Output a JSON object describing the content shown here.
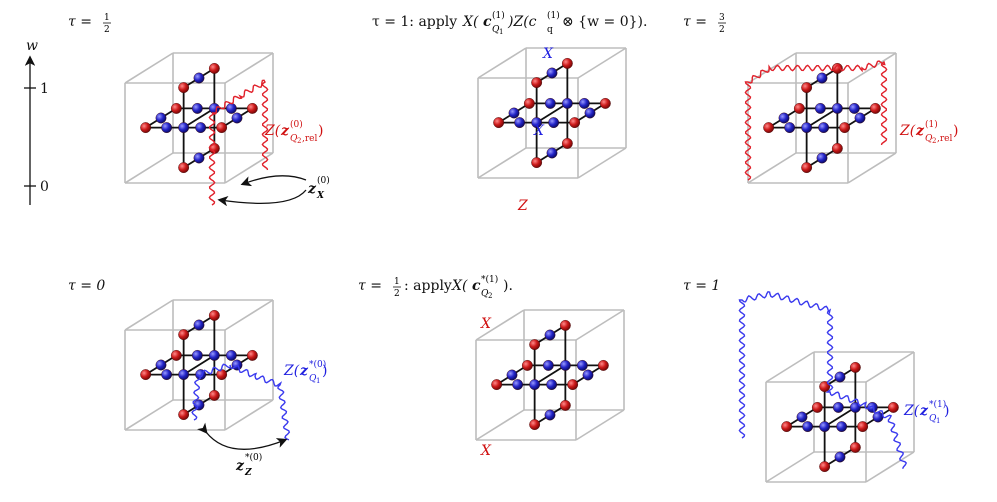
{
  "colors": {
    "red_vertex": "#cc1a1a",
    "blue_vertex": "#2424c8",
    "red_string": "#e0202a",
    "blue_string": "#3a3aee",
    "frame": "#bdbdbd",
    "edge": "#111111"
  },
  "axis": {
    "label": "w",
    "tick_top": "1",
    "tick_bottom": "0"
  },
  "panels": [
    {
      "tau_prefix": "τ = ",
      "tau_num": "1",
      "tau_den": "2",
      "label_Z_prefix": "Z(",
      "label_Z_sym": "z",
      "label_Z_sup": "(0)",
      "label_Z_sub": "Q",
      "label_Z_subsub": "2",
      "label_Z_subtail": ",rel",
      "label_Z_suffix": ")",
      "label_zX_sym": "z",
      "label_zX_sub": "X",
      "label_zX_sup": "(0)"
    },
    {
      "tau_text": "τ = 1: apply",
      "apply_X": "X(",
      "apply_c": "c",
      "apply_c_sup": "(1)",
      "apply_c_sub": "Q",
      "apply_c_subsub": "1",
      "apply_mid": ")Z(c",
      "apply_cq_sup": "(1)",
      "apply_cq_sub": "q",
      "apply_tail": " ⊗ {w = 0}).",
      "mark_X": "X",
      "mark_Z": "Z"
    },
    {
      "tau_prefix": "τ = ",
      "tau_num": "3",
      "tau_den": "2",
      "label_Z_prefix": "Z(",
      "label_Z_sym": "z",
      "label_Z_sup": "(1)",
      "label_Z_sub": "Q",
      "label_Z_subsub": "2",
      "label_Z_subtail": ",rel",
      "label_Z_suffix": ")"
    },
    {
      "tau_text": "τ = 0",
      "label_Z_prefix": "Z(",
      "label_Z_sym": "z",
      "label_Z_sup": "*(0)",
      "label_Z_sub": "Q",
      "label_Z_subsub": "1",
      "label_Z_suffix": ")",
      "label_zZ_sym": "z",
      "label_zZ_sub": "Z",
      "label_zZ_sup": "*(0)"
    },
    {
      "tau_prefix": "τ = ",
      "tau_num": "1",
      "tau_den": "2",
      "apply_text": ": apply",
      "apply_X": "X(",
      "apply_c": "c",
      "apply_c_sup": "*(1)",
      "apply_c_sub": "Q",
      "apply_c_subsub": "2",
      "apply_tail": ").",
      "mark_X": "X"
    },
    {
      "tau_text": "τ = 1",
      "label_Z_prefix": "Z(",
      "label_Z_sym": "z",
      "label_Z_sup": "*(1)",
      "label_Z_sub": "Q",
      "label_Z_subsub": "1",
      "label_Z_suffix": ")"
    }
  ]
}
